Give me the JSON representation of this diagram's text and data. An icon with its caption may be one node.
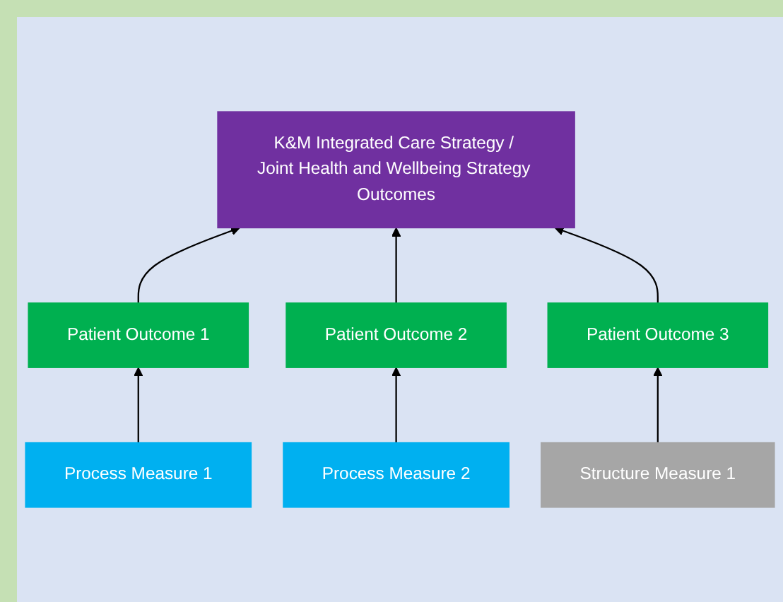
{
  "diagram": {
    "nodes": [
      {
        "text": [
          "K&M Integrated Care Strategy / Joint Health and Wellbeing Strategy Outcomes"
        ]
      },
      {
        "text": [
          "Patient Outcome 1"
        ]
      },
      {
        "text": [
          "Patient Outcome 2"
        ]
      },
      {
        "text": [
          "Patient Outcome 3"
        ]
      },
      {
        "text": [
          "Process Measure 1"
        ]
      },
      {
        "text": [
          "Process Measure 2"
        ]
      },
      {
        "text": [
          "Structure Measure 1"
        ]
      }
    ],
    "edges": [
      {
        "from": 1,
        "to": 0,
        "arrow": "to"
      },
      {
        "from": 2,
        "to": 0,
        "arrow": "to"
      },
      {
        "from": 3,
        "to": 0,
        "arrow": "to"
      },
      {
        "from": 4,
        "to": 1,
        "arrow": "to"
      },
      {
        "from": 5,
        "to": 2,
        "arrow": "to"
      },
      {
        "from": 6,
        "to": 3,
        "arrow": "to"
      }
    ]
  }
}
